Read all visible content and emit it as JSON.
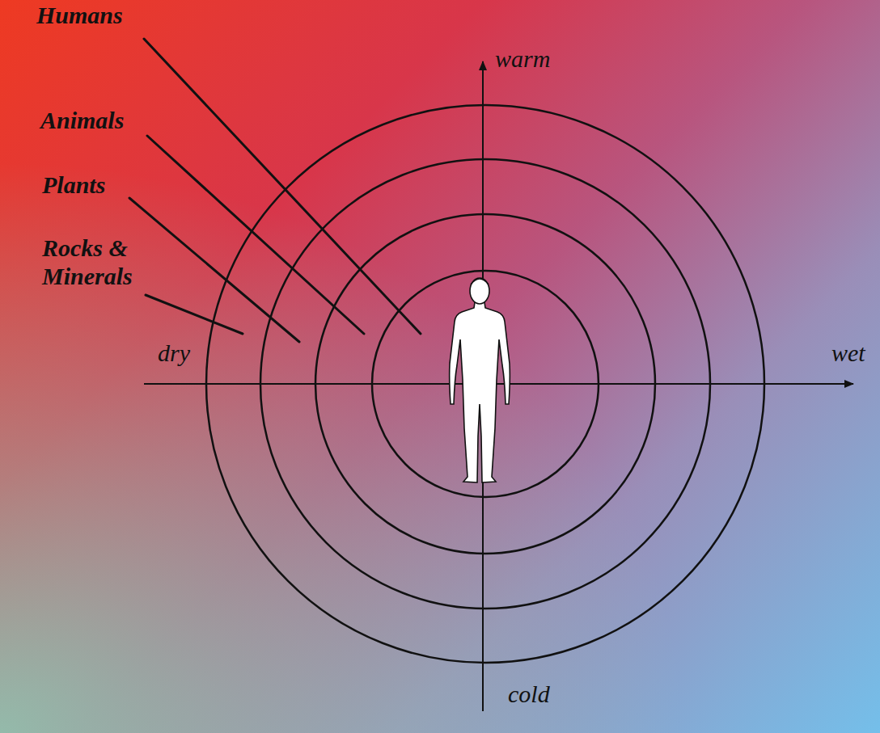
{
  "diagram": {
    "labels": [
      "Humans",
      "Animals",
      "Plants",
      "Rocks & Minerals",
      "warm",
      "dry",
      "wet",
      "cold"
    ]
  }
}
